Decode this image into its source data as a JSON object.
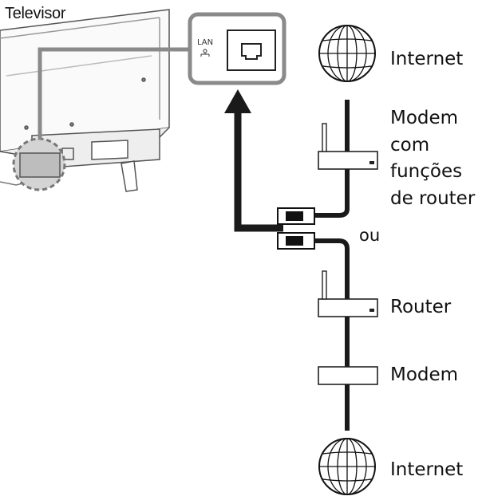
{
  "labels": {
    "televisor": "Televisor",
    "internet_top": "Internet",
    "modem_router_line1": "Modem",
    "modem_router_line2": "com",
    "modem_router_line3": "funções",
    "modem_router_line4": "de router",
    "ou": "ou",
    "router": "Router",
    "modem": "Modem",
    "internet_bottom": "Internet",
    "lan_port": "LAN"
  },
  "colors": {
    "ink": "#111111",
    "gray_panel": "#8a8a8a",
    "light_gray": "#d9d9d9",
    "cable": "#1a1a1a"
  },
  "icons": [
    "globe-icon",
    "lan-port-icon",
    "router-icon",
    "modem-icon",
    "rj45-plug-icon",
    "arrow-up-icon"
  ]
}
